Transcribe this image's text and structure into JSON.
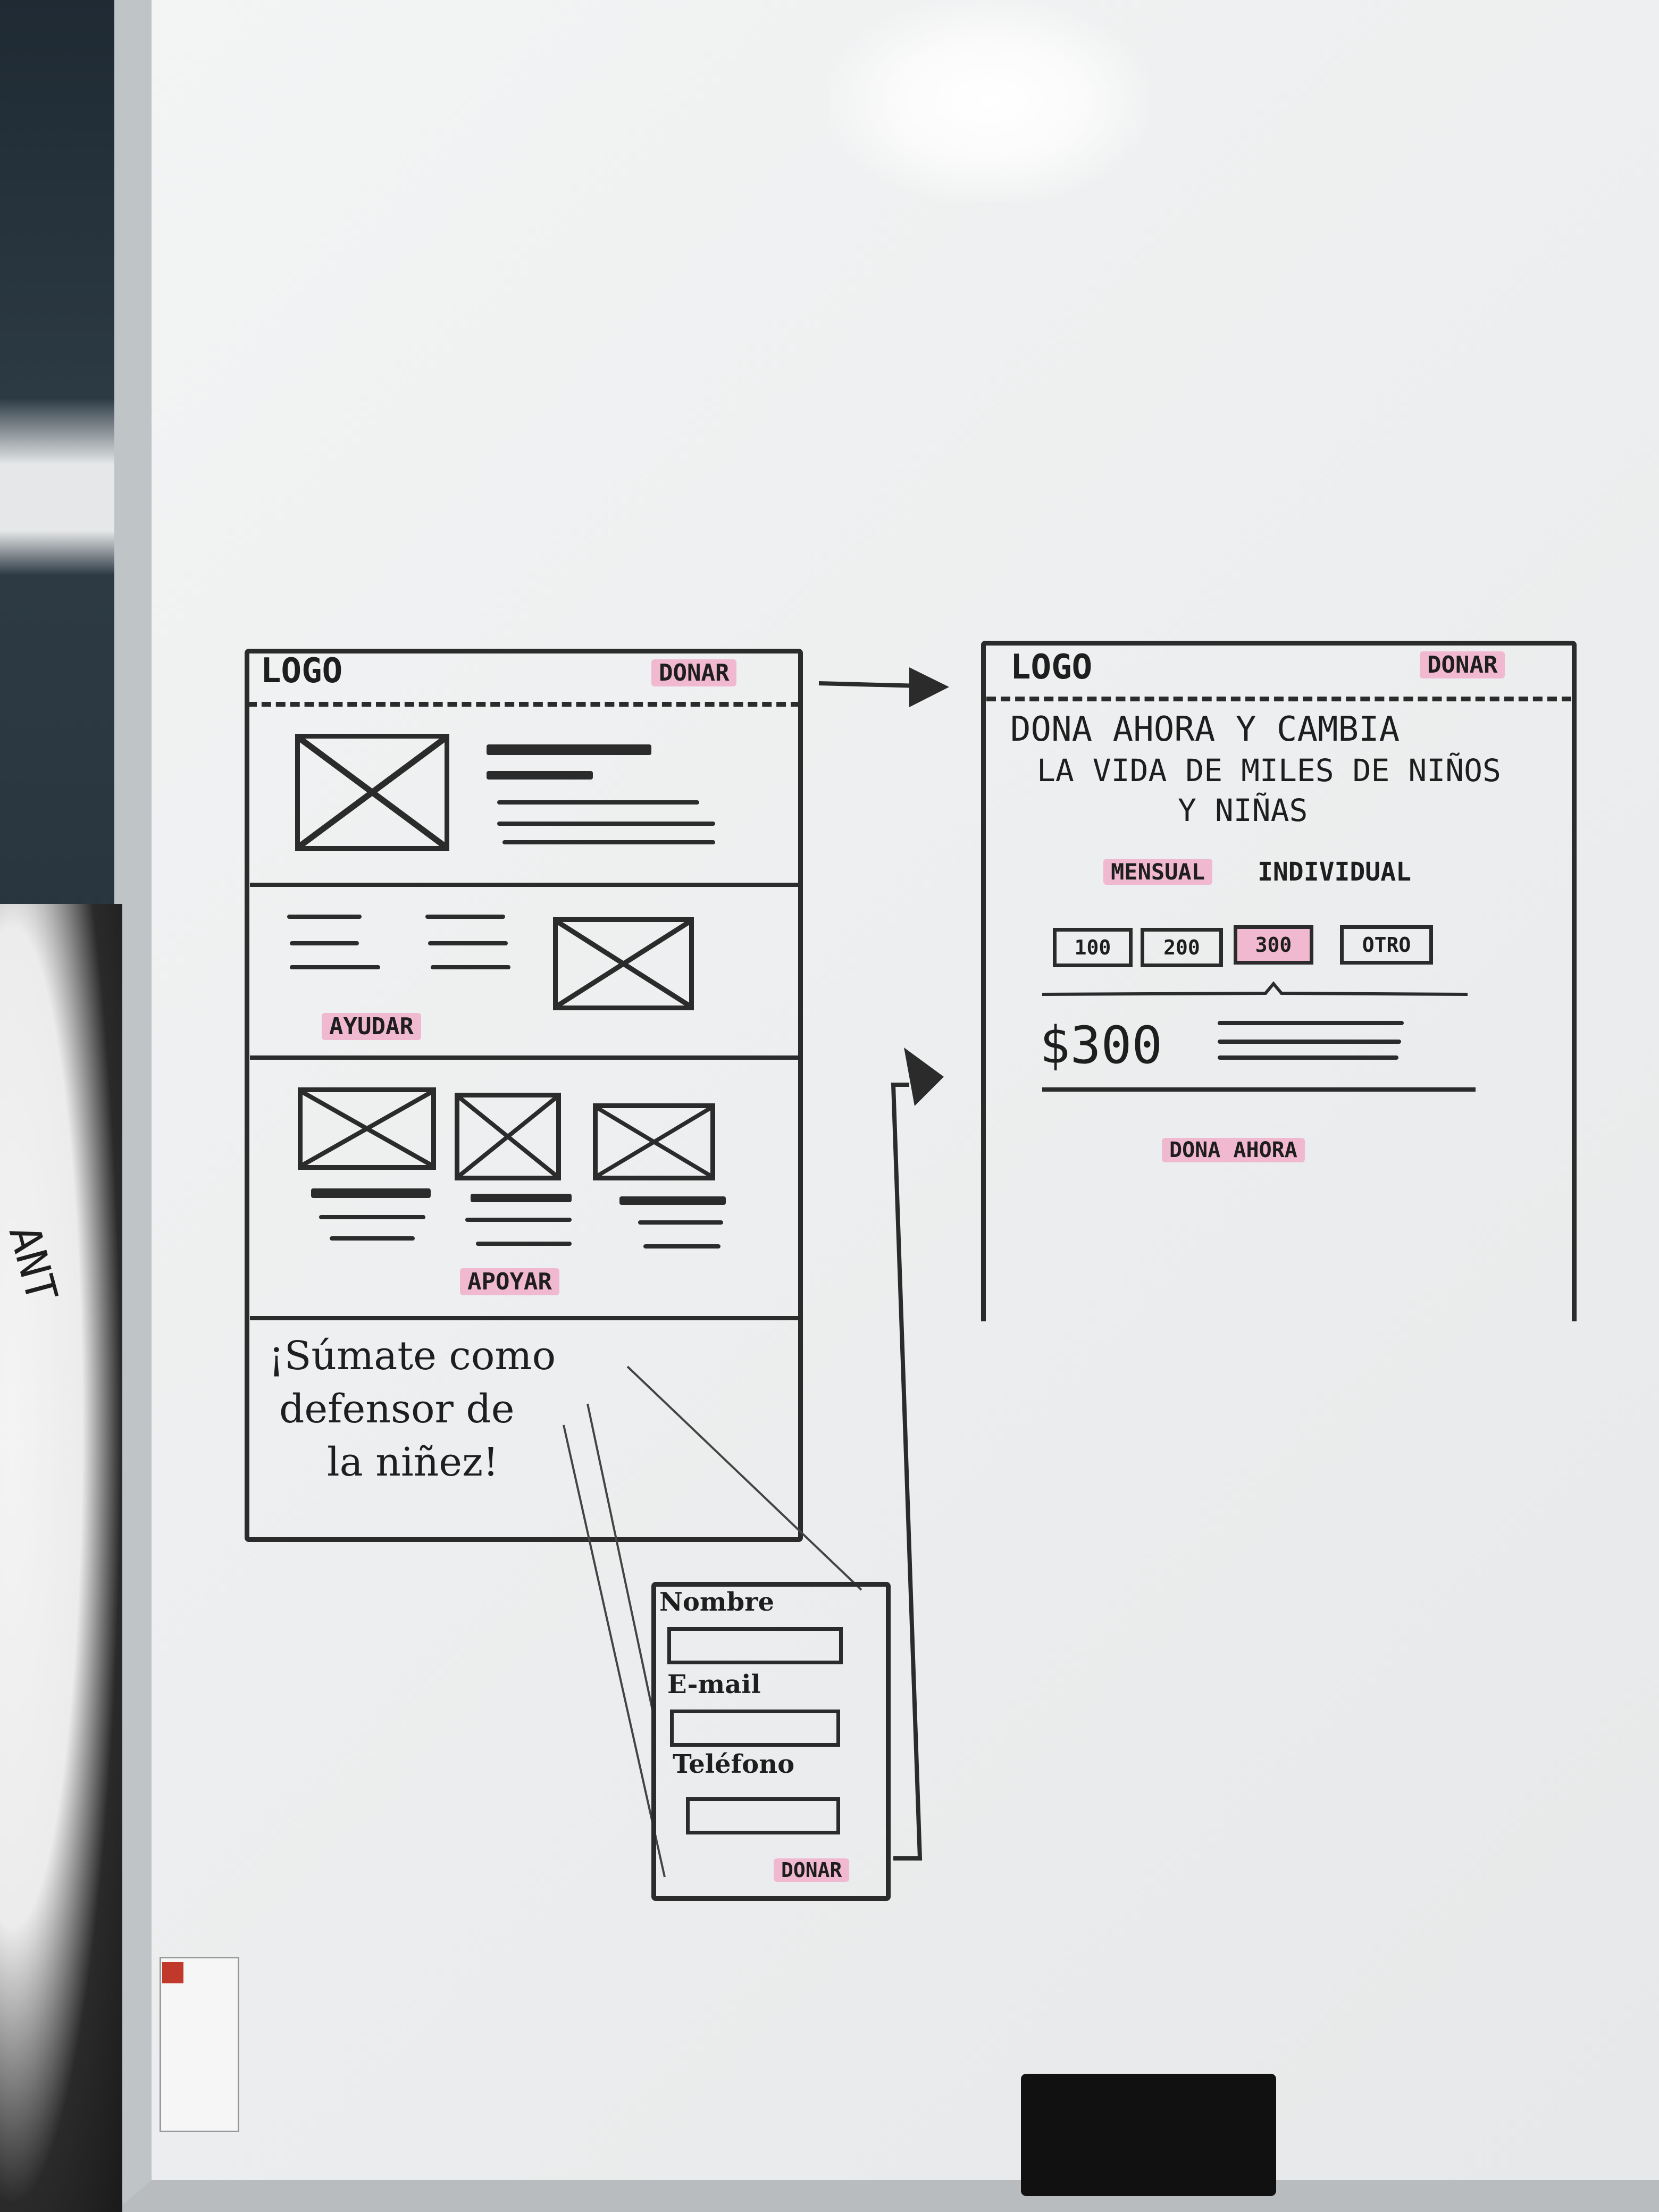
{
  "wireframe_left": {
    "header": {
      "logo": "LOGO",
      "donate": "DONAR"
    },
    "section_help": {
      "cta": "AYUDAR"
    },
    "section_support": {
      "cta": "APOYAR"
    },
    "footer": {
      "heading_lines": [
        "¡Súmate como",
        "defensor de",
        "la niñez!"
      ]
    }
  },
  "form_popup": {
    "fields": [
      {
        "label": "Nombre"
      },
      {
        "label": "E-mail"
      },
      {
        "label": "Teléfono"
      }
    ],
    "submit": "DONAR"
  },
  "wireframe_right": {
    "header": {
      "logo": "LOGO",
      "donate": "DONAR"
    },
    "headline_lines": [
      "DONA AHORA Y CAMBIA",
      "LA VIDA DE MILES DE NIÑOS",
      "Y NIÑAS"
    ],
    "toggle": {
      "monthly": "MENSUAL",
      "single": "INDIVIDUAL"
    },
    "amounts": [
      {
        "label": "100",
        "selected": false
      },
      {
        "label": "200",
        "selected": false
      },
      {
        "label": "300",
        "selected": true
      },
      {
        "label": "OTRO",
        "selected": false
      }
    ],
    "amount_display": "$300",
    "cta": "DONA AHORA"
  },
  "tray_sticker_text": "",
  "colors": {
    "highlight": "#f1b9cf",
    "marker": "#2b2b2b",
    "board": "#eceeef"
  }
}
